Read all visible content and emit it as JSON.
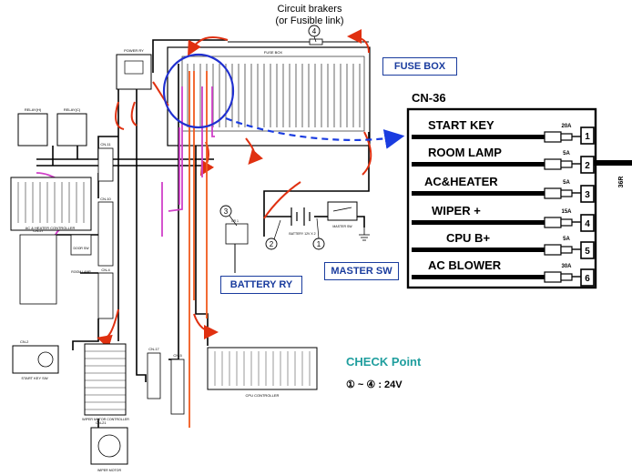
{
  "header": {
    "circuit_breakers_line1": "Circuit brakers",
    "circuit_breakers_line2": "(or Fusible link)",
    "circuit_breaker_point": "4"
  },
  "callouts": {
    "fuse_box": "FUSE BOX",
    "battery_ry": "BATTERY RY",
    "master_sw": "MASTER SW"
  },
  "check_points": {
    "p1": "1",
    "p2": "2",
    "p3": "3"
  },
  "components": {
    "power_ry": "POWER RY",
    "fuse_box_small": "FUSE BOX",
    "relay_h": "RELAY(H)",
    "relay_c": "RELAY(C)",
    "door_sw": "DOOR SW",
    "room_lamp": "ROOM LAMP",
    "ac_heater_controller": "AC & HEATER CONTROLLER",
    "start_key_sw": "START KEY SW",
    "cpu_controller": "CPU CONTROLLER",
    "wiper_motor_controller": "WIPER MOTOR CONTROLLER",
    "wiper_motor": "WIPER MOTOR",
    "battery": "BATTERY 12V X 2",
    "master_sw_small": "MASTER SW",
    "cr1": "CR 1",
    "cn11": "CN-11",
    "cn10": "CN-10",
    "cn27": "CN-27",
    "cn4": "CN-4",
    "cn2": "CN-2",
    "cn17": "CN-17",
    "cn21": "CN-21",
    "cn5": "CN-5"
  },
  "cn36": {
    "title": "CN-36",
    "rows": [
      {
        "label": "START KEY",
        "fuse": "20A",
        "pin": "1"
      },
      {
        "label": "ROOM LAMP",
        "fuse": "5A",
        "pin": "2"
      },
      {
        "label": "AC&HEATER",
        "fuse": "5A",
        "pin": "3"
      },
      {
        "label": "WIPER  +",
        "fuse": "15A",
        "pin": "4"
      },
      {
        "label": "CPU B+",
        "fuse": "5A",
        "pin": "5"
      },
      {
        "label": "AC BLOWER",
        "fuse": "30A",
        "pin": "6"
      }
    ],
    "side_label": "36R"
  },
  "check": {
    "title": "CHECK Point",
    "range": "① ~ ④ : 24V"
  },
  "colors": {
    "check_title": "#1f9e9e",
    "callout_border": "#1a3c9e",
    "dash_arrow": "#1a3ce0",
    "wire_red": "#e03010",
    "wire_orange": "#f05a1e",
    "wire_magenta": "#d040c8",
    "circle_highlight": "#2030d0"
  }
}
